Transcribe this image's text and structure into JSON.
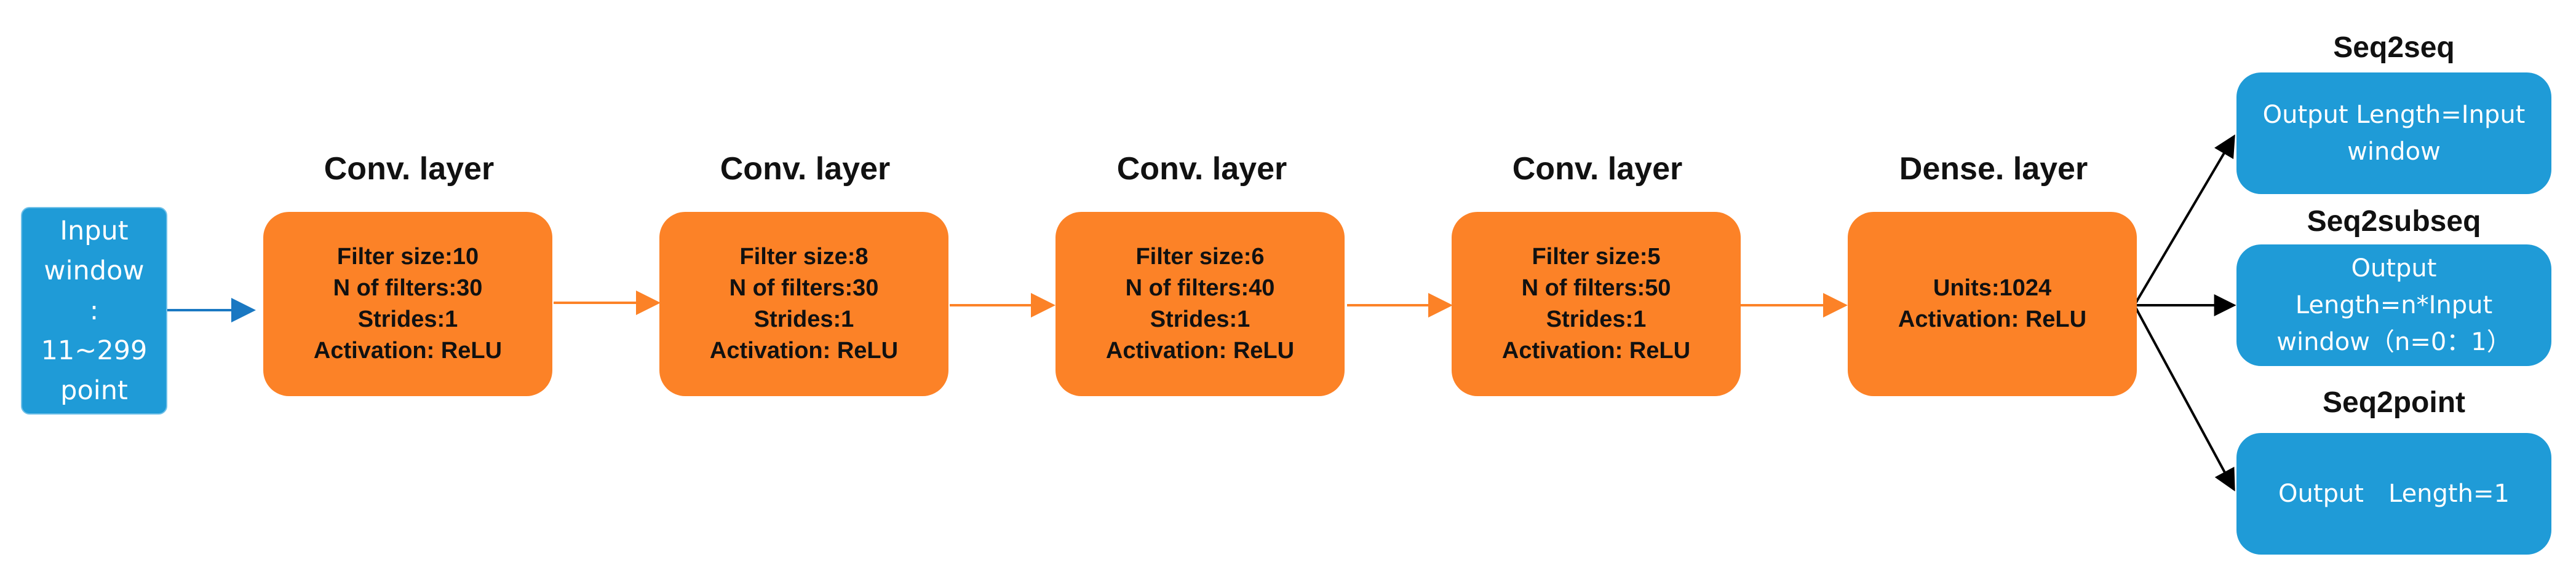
{
  "input": {
    "lines": [
      "Input",
      "window",
      ":",
      "11~299",
      "point"
    ]
  },
  "layers": [
    {
      "title": "Conv. layer",
      "lines": [
        "Filter size:10",
        "N of filters:30",
        "Strides:1",
        "Activation: ReLU"
      ]
    },
    {
      "title": "Conv. layer",
      "lines": [
        "Filter size:8",
        "N of filters:30",
        "Strides:1",
        "Activation: ReLU"
      ]
    },
    {
      "title": "Conv. layer",
      "lines": [
        "Filter size:6",
        "N of filters:40",
        "Strides:1",
        "Activation: ReLU"
      ]
    },
    {
      "title": "Conv. layer",
      "lines": [
        "Filter size:5",
        "N of filters:50",
        "Strides:1",
        "Activation: ReLU"
      ]
    },
    {
      "title": "Dense. layer",
      "lines": [
        "Units:1024",
        "Activation: ReLU"
      ]
    }
  ],
  "outputs": [
    {
      "title": "Seq2seq",
      "lines": [
        "Output Length=Input",
        "window"
      ]
    },
    {
      "title": "Seq2subseq",
      "lines": [
        "Output",
        "Length=n*Input",
        "window（n=0：1）"
      ]
    },
    {
      "title": "Seq2point",
      "lines": [
        "Output　Length=1"
      ]
    }
  ],
  "colors": {
    "input_fill": "#1f9bd7",
    "layer_fill": "#fc8227",
    "output_fill": "#1f9bd7",
    "blue_arrow": "#1a78c2",
    "orange_arrow": "#fc8227",
    "black_arrow": "#000000"
  }
}
